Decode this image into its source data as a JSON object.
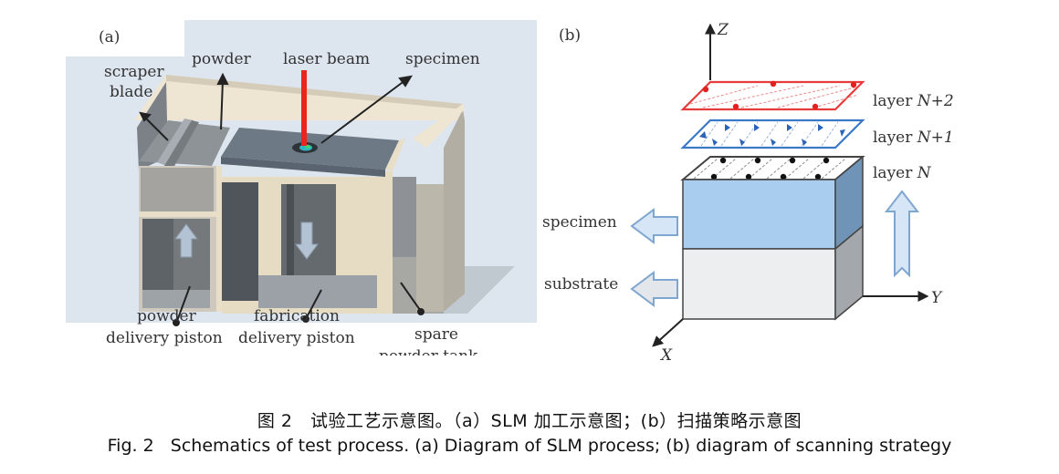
{
  "panel_a": {
    "label": "(a)",
    "labels": {
      "scraper_line1": "scraper",
      "scraper_line2": "blade",
      "powder": "powder",
      "laser": "laser beam",
      "specimen": "specimen",
      "pdp_line1": "powder",
      "pdp_line2": "delivery piston",
      "fdp_line1": "fabrication",
      "fdp_line2": "delivery piston",
      "spt_line1": "spare",
      "spt_line2": "powder tank"
    },
    "colors": {
      "background": "#dfe6ee",
      "wall": "#e6dcc4",
      "dark_gray": "#5c6166",
      "plate": "#6f7a86",
      "laser": "#e8261e"
    }
  },
  "panel_b": {
    "label": "(b)",
    "axes": {
      "z": "Z",
      "y": "Y",
      "x": "X"
    },
    "layers": [
      {
        "text": "layer ",
        "italic": "N+2",
        "color": "#e83b3b"
      },
      {
        "text": "layer ",
        "italic": "N+1",
        "color": "#3a78c8"
      },
      {
        "text": "layer ",
        "italic": "N",
        "color": "#222222"
      }
    ],
    "specimen_label": "specimen",
    "substrate_label": "substrate",
    "colors": {
      "specimen_front": "#a9cdee",
      "specimen_side": "#6f94b8",
      "substrate_front": "#eceef0",
      "substrate_side": "#a4a8ad"
    }
  },
  "caption": {
    "cn": "图 2　试验工艺示意图。（a）SLM 加工示意图；(b）扫描策略示意图",
    "en": "Fig. 2   Schematics of test process. (a) Diagram of SLM process; (b) diagram of scanning strategy"
  }
}
